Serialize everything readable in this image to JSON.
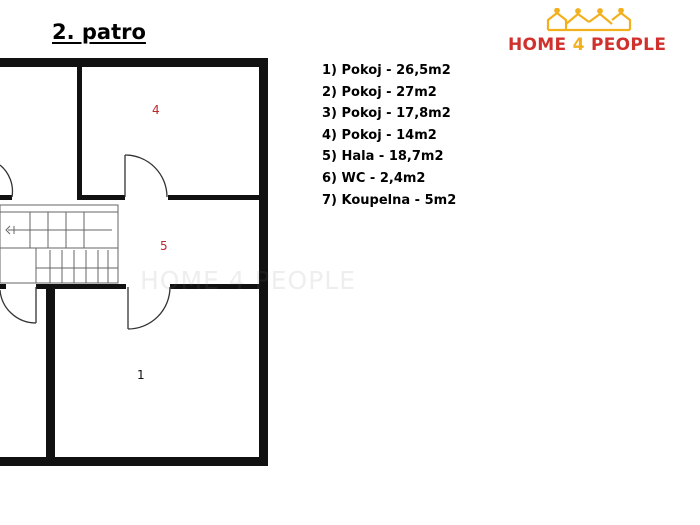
{
  "floor_title": "2. patro",
  "logo": {
    "text_main": "HOME ",
    "text_accent": "4",
    "text_end": " PEOPLE",
    "primary_color": "#d0312d",
    "accent_color": "#f2b01e"
  },
  "legend": [
    "1) Pokoj - 26,5m2",
    "2) Pokoj - 27m2",
    "3) Pokoj - 17,8m2",
    "4) Pokoj - 14m2",
    "5) Hala - 18,7m2",
    "6) WC - 2,4m2",
    "7) Koupelna - 5m2"
  ],
  "rooms": {
    "room_4": "4",
    "room_5": "5",
    "room_1": "1"
  },
  "watermark": "HOME 4 PEOPLE",
  "colors": {
    "wall": "#111111",
    "room_label": "#c0282f",
    "stair_line": "#666666"
  }
}
